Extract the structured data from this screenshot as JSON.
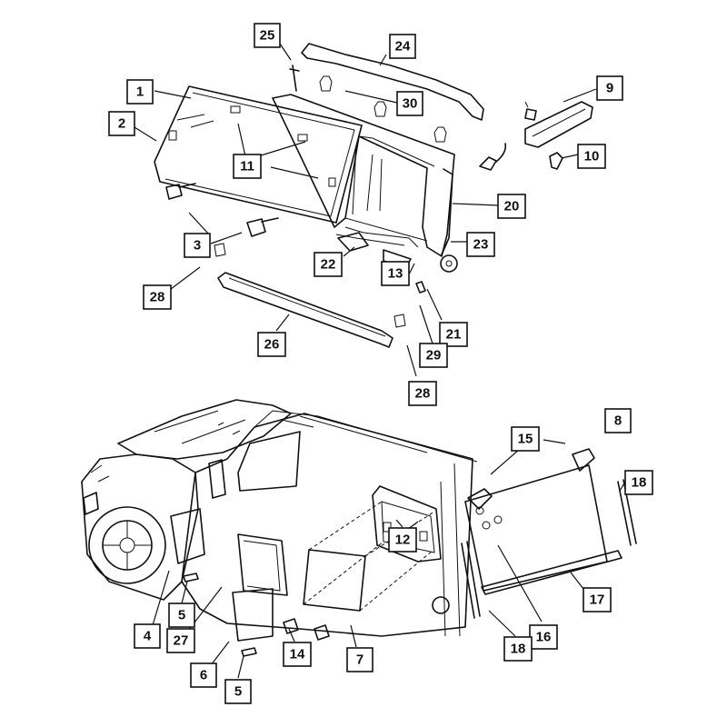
{
  "callouts": [
    {
      "id": "c25",
      "label": "25"
    },
    {
      "id": "c24",
      "label": "24"
    },
    {
      "id": "c1",
      "label": "1"
    },
    {
      "id": "c30",
      "label": "30"
    },
    {
      "id": "c9",
      "label": "9"
    },
    {
      "id": "c2",
      "label": "2"
    },
    {
      "id": "c10",
      "label": "10"
    },
    {
      "id": "c11",
      "label": "11"
    },
    {
      "id": "c20",
      "label": "20"
    },
    {
      "id": "c3",
      "label": "3"
    },
    {
      "id": "c23",
      "label": "23"
    },
    {
      "id": "c22",
      "label": "22"
    },
    {
      "id": "c13",
      "label": "13"
    },
    {
      "id": "c28a",
      "label": "28"
    },
    {
      "id": "c21",
      "label": "21"
    },
    {
      "id": "c26",
      "label": "26"
    },
    {
      "id": "c29",
      "label": "29"
    },
    {
      "id": "c28b",
      "label": "28"
    },
    {
      "id": "c8",
      "label": "8"
    },
    {
      "id": "c15",
      "label": "15"
    },
    {
      "id": "c18a",
      "label": "18"
    },
    {
      "id": "c12",
      "label": "12"
    },
    {
      "id": "c17",
      "label": "17"
    },
    {
      "id": "c4",
      "label": "4"
    },
    {
      "id": "c5a",
      "label": "5"
    },
    {
      "id": "c27",
      "label": "27"
    },
    {
      "id": "c16",
      "label": "16"
    },
    {
      "id": "c18b",
      "label": "18"
    },
    {
      "id": "c14",
      "label": "14"
    },
    {
      "id": "c7",
      "label": "7"
    },
    {
      "id": "c6",
      "label": "6"
    },
    {
      "id": "c5b",
      "label": "5"
    }
  ]
}
